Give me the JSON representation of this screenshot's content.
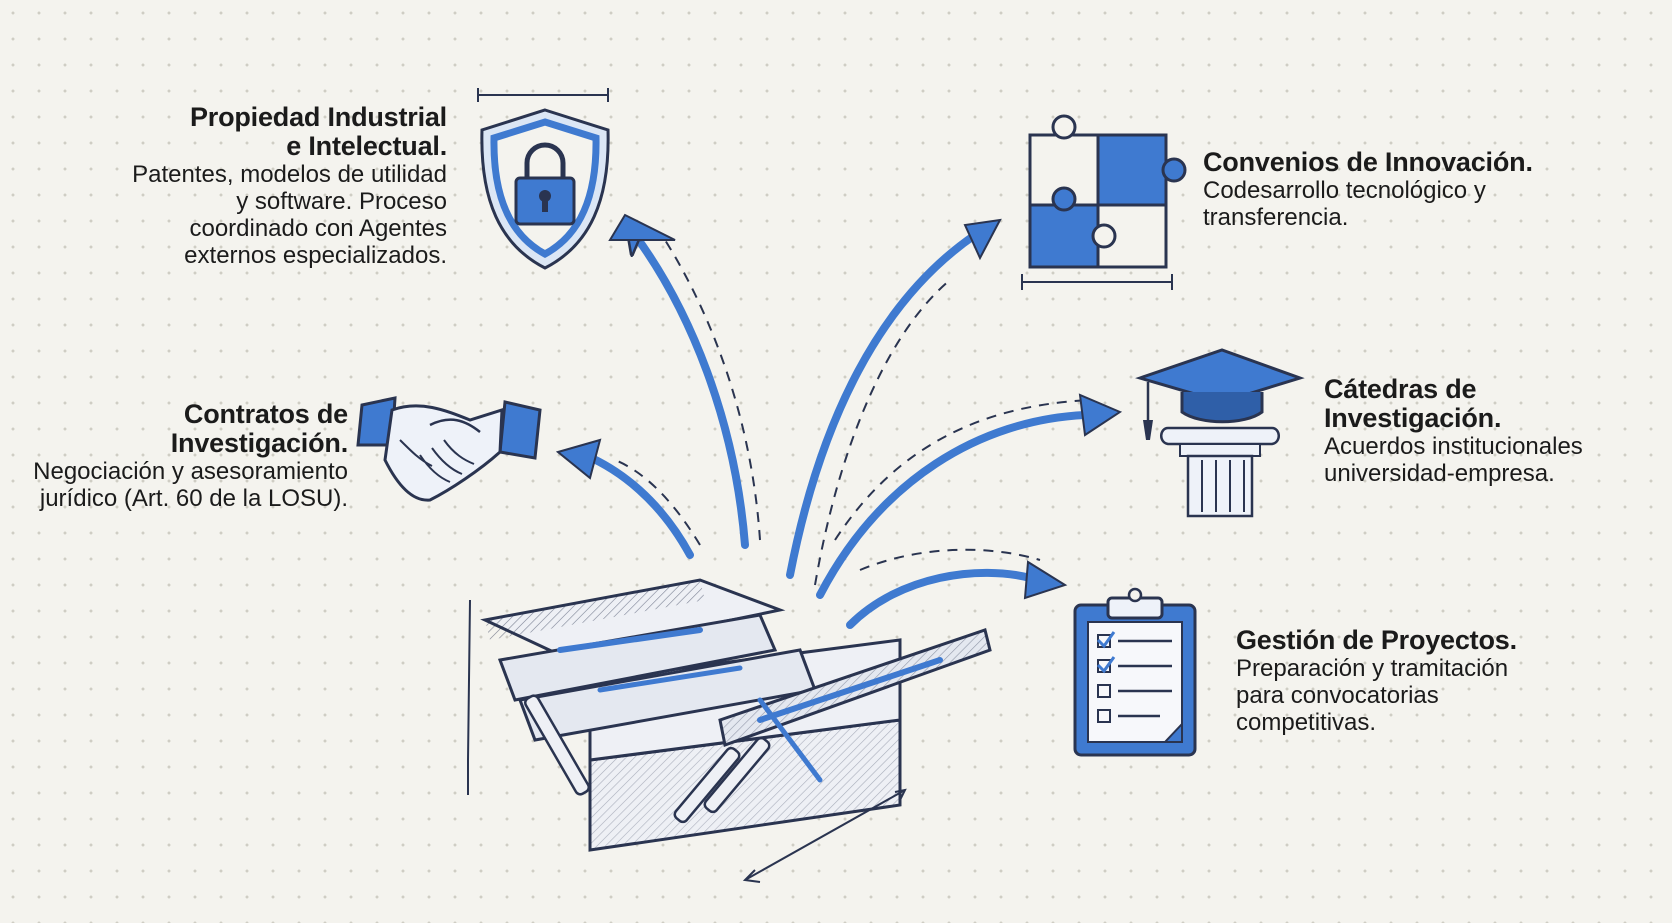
{
  "sections": {
    "propiedad": {
      "title_1": "Propiedad Industrial",
      "title_2": "e Intelectual.",
      "body": [
        "Patentes, modelos de utilidad",
        "y software. Proceso",
        "coordinado con Agentes",
        "externos especializados."
      ],
      "icon": "shield-lock-icon"
    },
    "contratos": {
      "title_1": "Contratos de",
      "title_2": "Investigación.",
      "body": [
        "Negociación y asesoramiento",
        "jurídico (Art. 60 de la LOSU)."
      ],
      "icon": "handshake-icon"
    },
    "convenios": {
      "title_1": "Convenios de Innovación.",
      "body": [
        "Codesarrollo tecnológico y",
        "transferencia."
      ],
      "icon": "puzzle-icon"
    },
    "catedras": {
      "title_1": "Cátedras de",
      "title_2": "Investigación.",
      "body": [
        "Acuerdos institucionales",
        "universidad-empresa."
      ],
      "icon": "graduation-cap-column-icon"
    },
    "gestion": {
      "title_1": "Gestión de Proyectos.",
      "body": [
        "Preparación y tramitación",
        "para convocatorias",
        "competitivas."
      ],
      "icon": "clipboard-checklist-icon"
    }
  },
  "center_icon": "toolbox-icon",
  "colors": {
    "accent": "#3f7ad0",
    "ink": "#2a3450",
    "background": "#f4f3ee"
  }
}
